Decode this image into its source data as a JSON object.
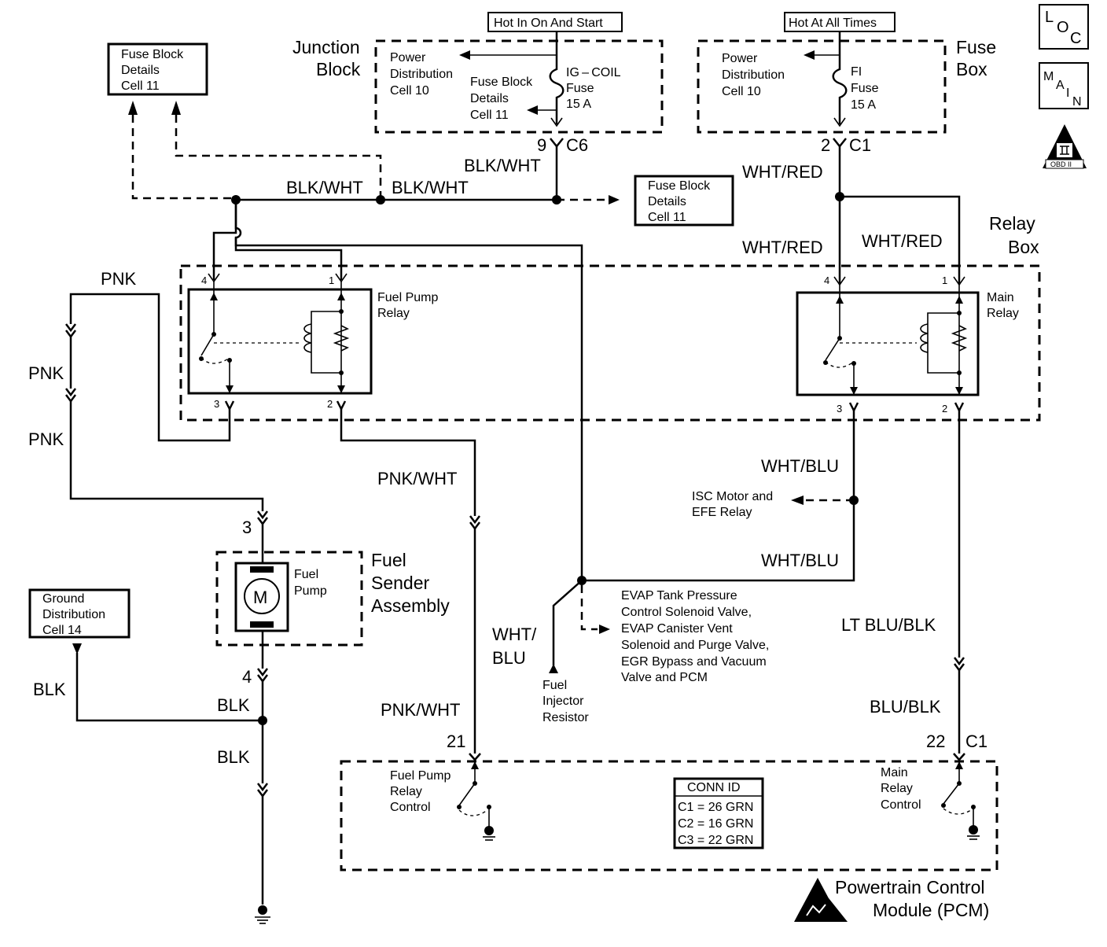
{
  "symbols": {
    "loc": [
      "L",
      "O",
      "C"
    ],
    "main": [
      "M",
      "A",
      "I",
      "N"
    ],
    "obd": "OBD II"
  },
  "headers": {
    "hot_run": "Hot In On And Start",
    "hot_all": "Hot At All Times"
  },
  "junction_block": {
    "title": [
      "Junction",
      "Block"
    ],
    "power_dist": [
      "Power",
      "Distribution",
      "Cell 10"
    ],
    "fuse_ref": [
      "Fuse Block",
      "Details",
      "Cell 11"
    ],
    "fuse": [
      "IG – COIL",
      "Fuse",
      "15 A"
    ],
    "pin": "9",
    "conn": "C6"
  },
  "fuse_box": {
    "title": [
      "Fuse",
      "Box"
    ],
    "power_dist": [
      "Power",
      "Distribution",
      "Cell 10"
    ],
    "fuse": [
      "FI",
      "Fuse",
      "15 A"
    ],
    "pin": "2",
    "conn": "C1"
  },
  "refs": {
    "fuse_block_left": [
      "Fuse Block",
      "Details",
      "Cell 11"
    ],
    "fuse_block_mid": [
      "Fuse Block",
      "Details",
      "Cell 11"
    ],
    "ground_dist": [
      "Ground",
      "Distribution",
      "Cell 14"
    ]
  },
  "relay_box": {
    "title": [
      "Relay",
      "Box"
    ]
  },
  "fuel_pump_relay": {
    "label": [
      "Fuel Pump",
      "Relay"
    ],
    "pins": [
      "4",
      "1",
      "3",
      "2"
    ]
  },
  "main_relay": {
    "label": [
      "Main",
      "Relay"
    ],
    "pins": [
      "4",
      "1",
      "3",
      "2"
    ]
  },
  "wires": {
    "blk_wht_top_left": "BLK/WHT",
    "blk_wht_top_right": "BLK/WHT",
    "blk_wht_vertical": "BLK/WHT",
    "wht_red_1": "WHT/RED",
    "wht_red_2": "WHT/RED",
    "wht_red_3": "WHT/RED",
    "pnk_1": "PNK",
    "pnk_2": "PNK",
    "pnk_3": "PNK",
    "pnk_wht_1": "PNK/WHT",
    "pnk_wht_2": "PNK/WHT",
    "wht_blu_1": "WHT/BLU",
    "wht_blu_2": "WHT/BLU",
    "wht_blu_3": [
      "WHT/",
      "BLU"
    ],
    "blk_1": "BLK",
    "blk_2": "BLK",
    "blk_3": "BLK",
    "lt_blu_blk": "LT BLU/BLK",
    "blu_blk": "BLU/BLK"
  },
  "fuel_sender": {
    "title": [
      "Fuel",
      "Sender",
      "Assembly"
    ],
    "pump": [
      "Fuel",
      "Pump"
    ],
    "motor": "M",
    "pin_top": "3",
    "pin_bottom": "4"
  },
  "isc": [
    "ISC Motor and",
    "EFE Relay"
  ],
  "evap": [
    "EVAP Tank Pressure",
    "Control Solenoid Valve,",
    "EVAP Canister Vent",
    "Solenoid and Purge Valve,",
    "EGR Bypass and Vacuum",
    "Valve and PCM"
  ],
  "injector": [
    "Fuel",
    "Injector",
    "Resistor"
  ],
  "pcm": {
    "title": [
      "Powertrain Control",
      "Module (PCM)"
    ],
    "fp_ctrl": [
      "Fuel Pump",
      "Relay",
      "Control"
    ],
    "main_ctrl": [
      "Main",
      "Relay",
      "Control"
    ],
    "pin_fp": "21",
    "pin_main": "22",
    "conn": "C1",
    "conn_id": {
      "title": "CONN ID",
      "rows": [
        "C1 = 26 GRN",
        "C2 = 16 GRN",
        "C3 = 22 GRN"
      ]
    }
  }
}
